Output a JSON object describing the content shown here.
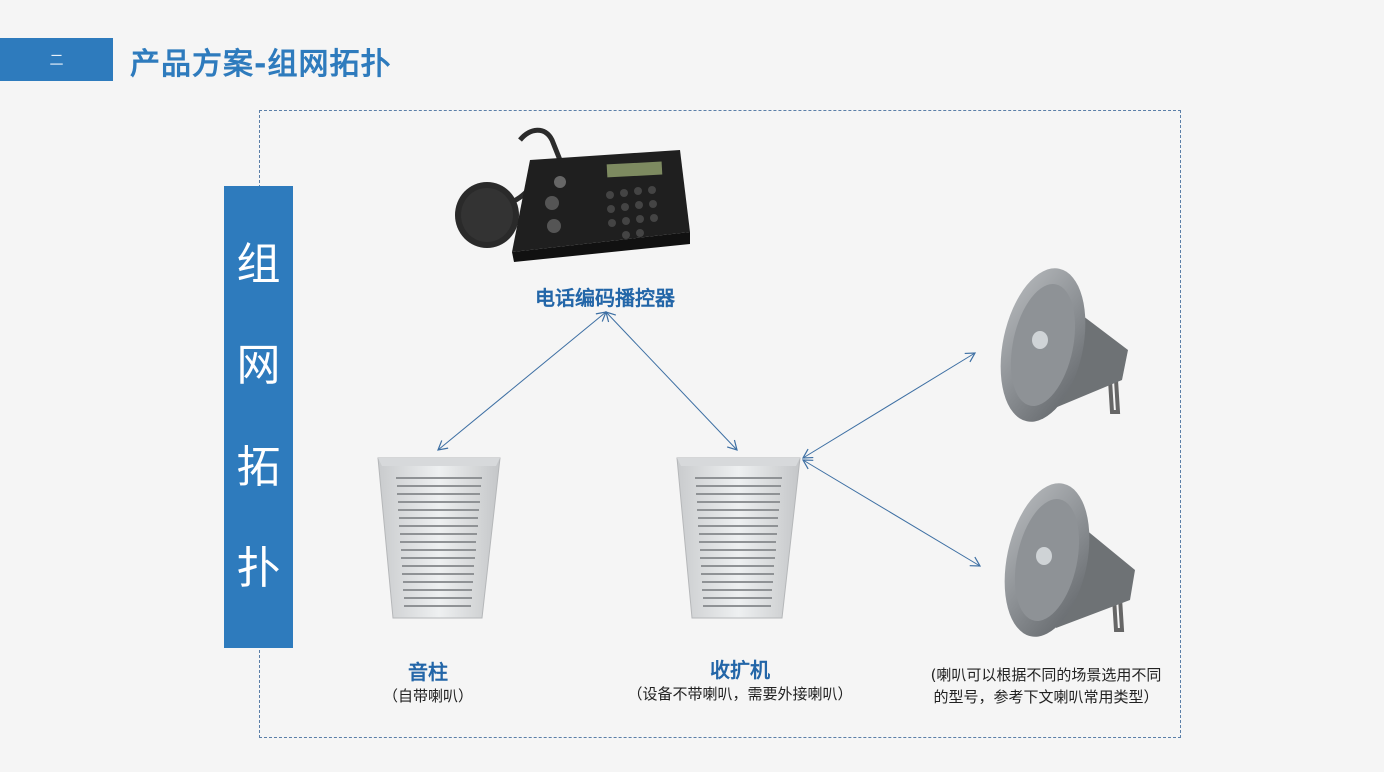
{
  "header": {
    "section_number": "二",
    "title": "产品方案-组网拓扑"
  },
  "banner": {
    "chars": [
      "组",
      "网",
      "拓",
      "扑"
    ]
  },
  "nodes": {
    "controller": {
      "label": "电话编码播控器"
    },
    "column_speaker": {
      "label": "音柱",
      "sub": "（自带喇叭）"
    },
    "amplifier": {
      "label": "收扩机",
      "sub": "（设备不带喇叭，需要外接喇叭）"
    },
    "horns": {
      "note_line1": "(喇叭可以根据不同的场景选用不同",
      "note_line2": "的型号，参考下文喇叭常用类型）"
    }
  },
  "colors": {
    "accent": "#2e7bbd",
    "arrow": "#3d6fa3",
    "frame": "#5b7fa8"
  }
}
